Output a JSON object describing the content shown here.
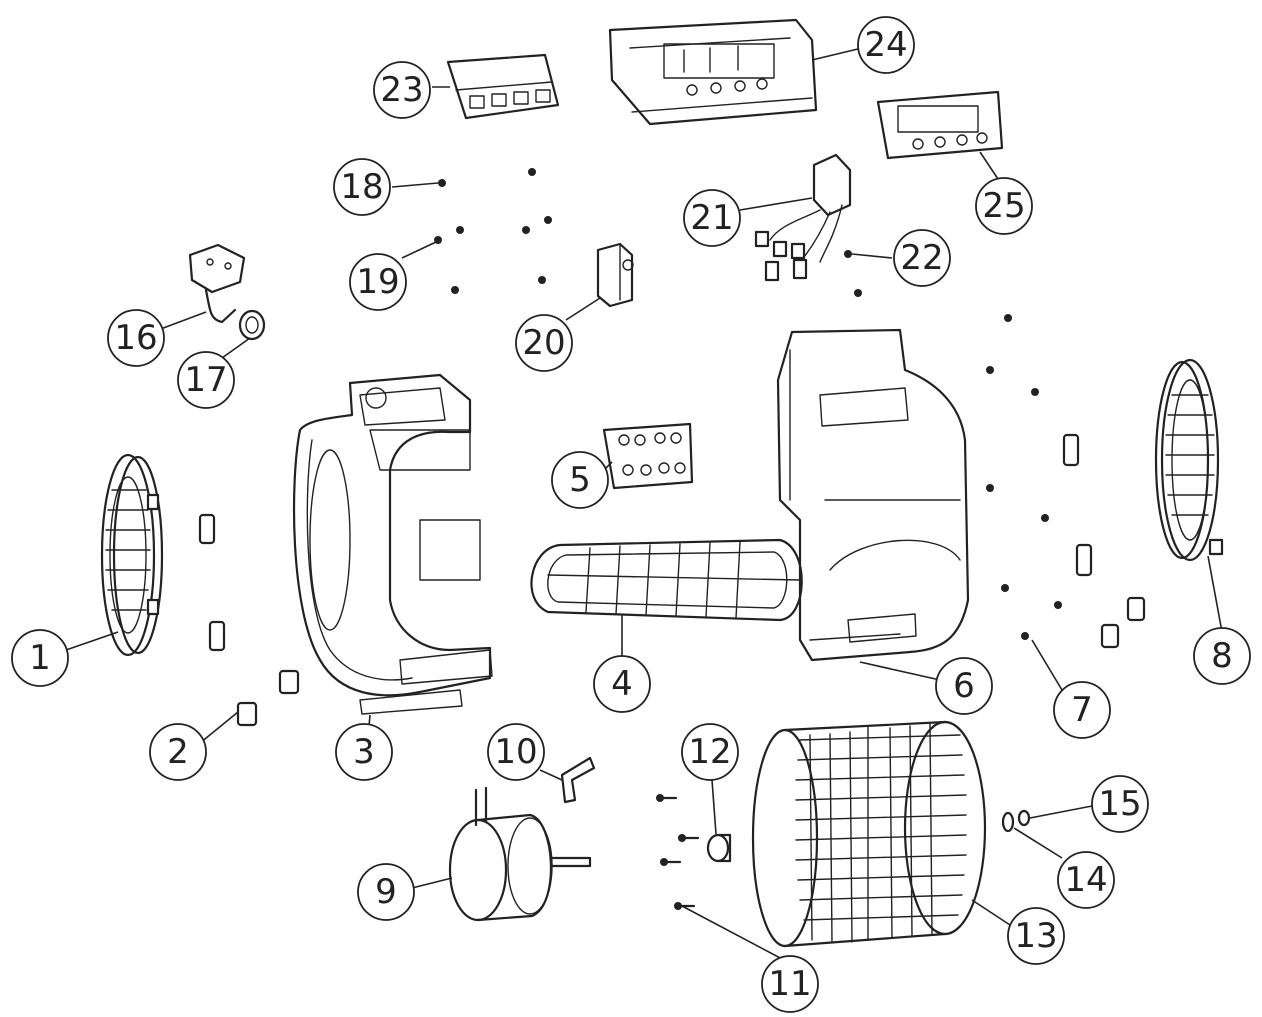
{
  "callouts": [
    {
      "label": "1"
    },
    {
      "label": "2"
    },
    {
      "label": "3"
    },
    {
      "label": "4"
    },
    {
      "label": "5"
    },
    {
      "label": "6"
    },
    {
      "label": "7"
    },
    {
      "label": "8"
    },
    {
      "label": "9"
    },
    {
      "label": "10"
    },
    {
      "label": "11"
    },
    {
      "label": "12"
    },
    {
      "label": "13"
    },
    {
      "label": "14"
    },
    {
      "label": "15"
    },
    {
      "label": "16"
    },
    {
      "label": "17"
    },
    {
      "label": "18"
    },
    {
      "label": "19"
    },
    {
      "label": "20"
    },
    {
      "label": "21"
    },
    {
      "label": "22"
    },
    {
      "label": "23"
    },
    {
      "label": "24"
    },
    {
      "label": "25"
    }
  ]
}
